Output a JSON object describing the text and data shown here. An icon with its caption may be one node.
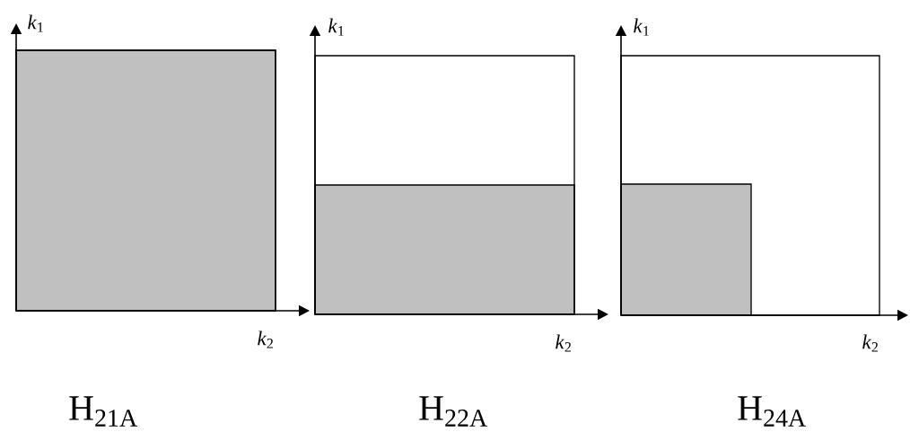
{
  "diagram": {
    "labels": [
      "*k*$_{1}$",
      "*k*$_{1}$",
      "*k*$_{1}$",
      "*k*$_{2}$",
      "*k*$_{2}$",
      "*k*$_{2}$",
      "H$_{21A}$",
      "H$_{22A}$",
      "H$_{24A}$"
    ]
  }
}
